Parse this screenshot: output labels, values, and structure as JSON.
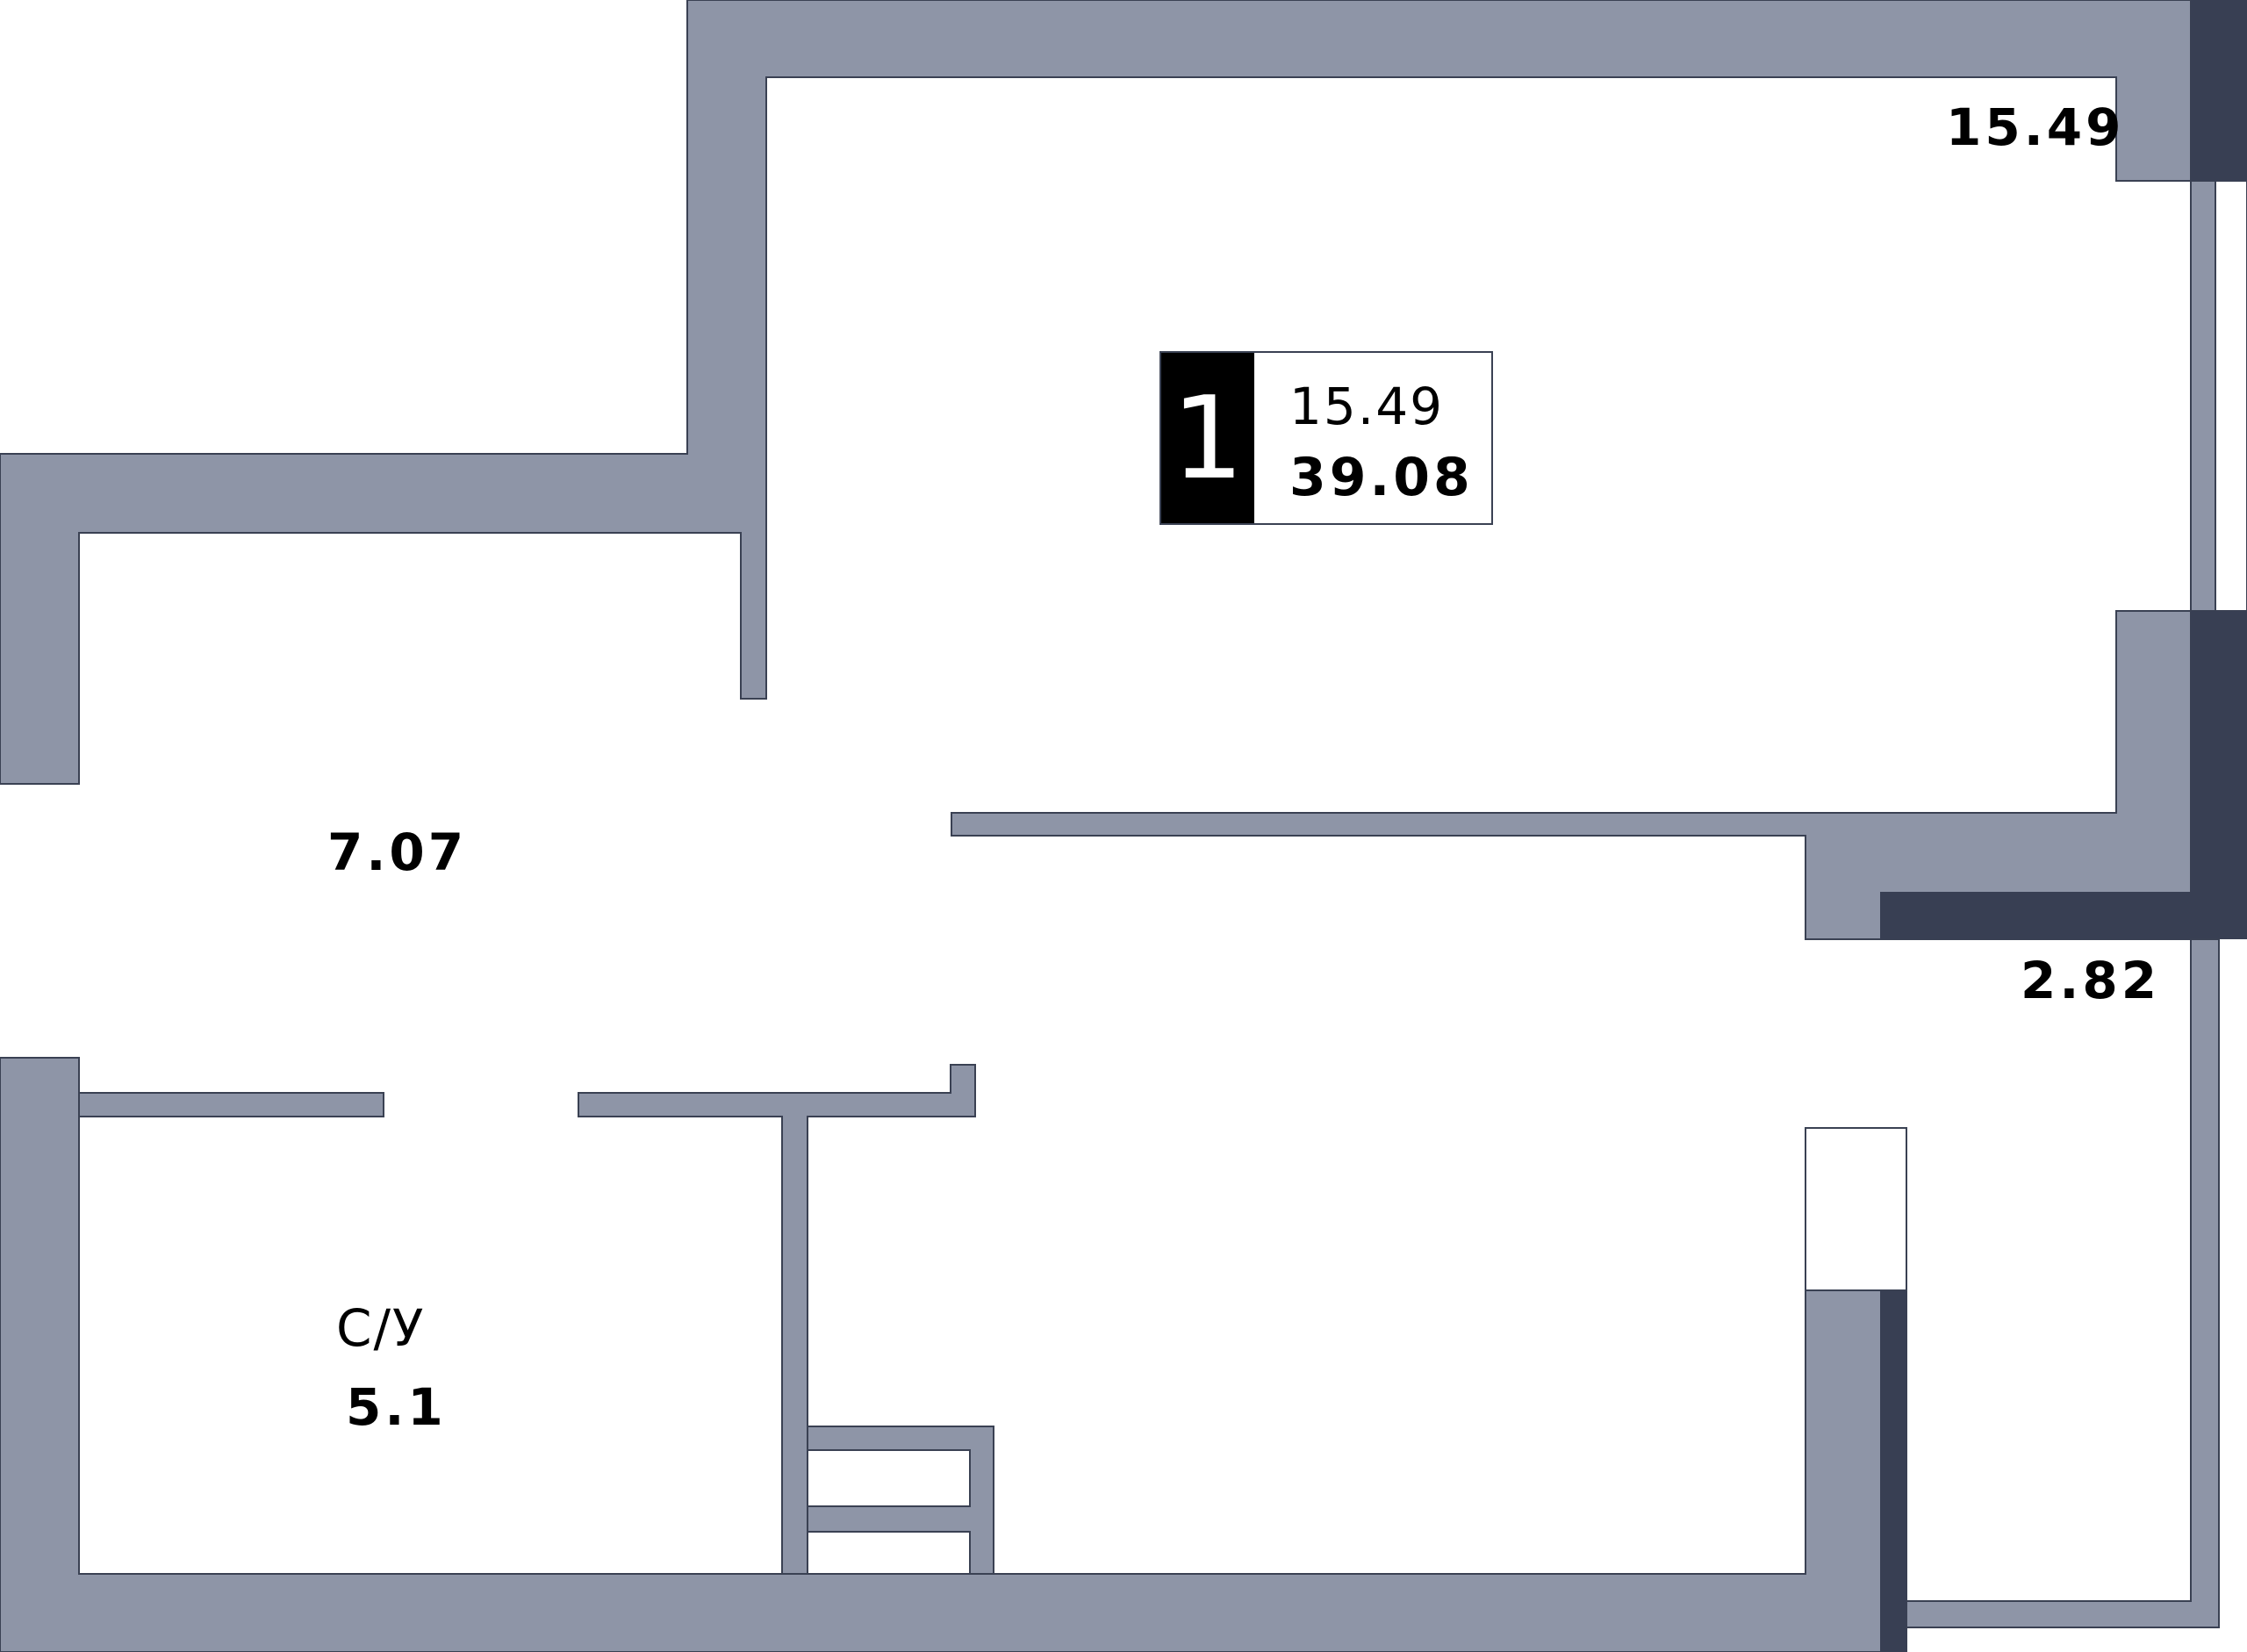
{
  "colors": {
    "wall": "#8e95a7",
    "wall_dark": "#383f53",
    "background": "#ffffff",
    "text": "#000000",
    "badge_bg": "#000000",
    "badge_text": "#ffffff"
  },
  "badge": {
    "rooms": "1",
    "living_area": "15.49",
    "total_area": "39.08"
  },
  "rooms": {
    "living_room_area": "15.49",
    "hallway_area": "7.07",
    "balcony_area": "2.82",
    "bathroom_name": "С/У",
    "bathroom_area": "5.1"
  }
}
